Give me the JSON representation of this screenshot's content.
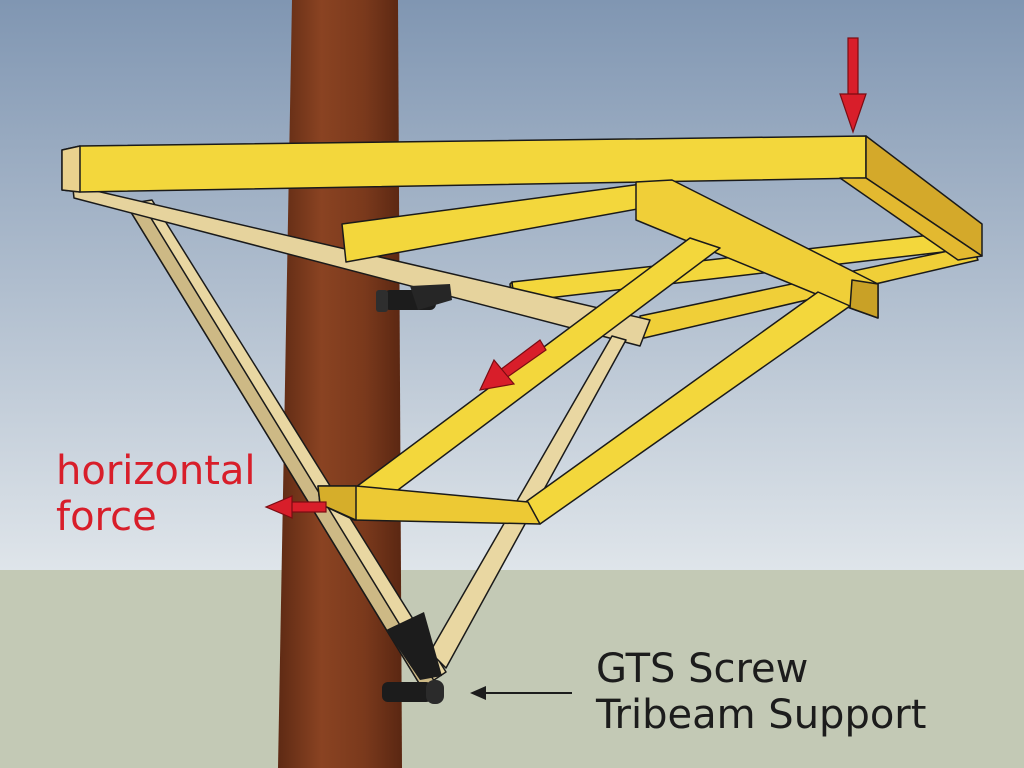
{
  "labels": {
    "force_line1": "horizontal",
    "force_line2": "force",
    "caption_line1": "GTS Screw",
    "caption_line2": "Tribeam Support"
  },
  "colors": {
    "sky_top": "#8096b2",
    "sky_bottom": "#dfe5ea",
    "ground": "#c3c9b5",
    "trunk": "#7b3a1e",
    "beam_yellow": "#f3d73c",
    "beam_tan": "#e9d7a2",
    "arrow_red": "#d81e2a",
    "screw": "#1c1c1c",
    "force_text": "#d81e2a",
    "caption_text": "#1c1c1c"
  },
  "icons": [
    "down-arrow-icon",
    "diagonal-arrow-icon",
    "left-arrow-icon",
    "pointer-arrow-icon",
    "gts-screw-icon"
  ]
}
